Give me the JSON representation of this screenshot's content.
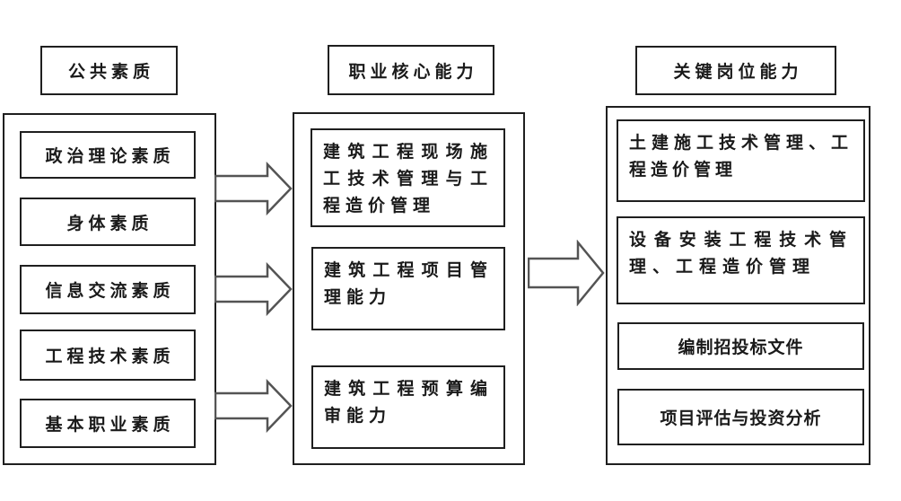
{
  "diagram": {
    "columns": [
      {
        "header": "公共素质",
        "items": [
          "政治理论素质",
          "身体素质",
          "信息交流素质",
          "工程技术素质",
          "基本职业素质"
        ]
      },
      {
        "header": "职业核心能力",
        "items": [
          "建筑工程现场施工技术管理与工程造价管理",
          "建筑工程项目管理能力",
          "建筑工程预算编审能力"
        ]
      },
      {
        "header": "关键岗位能力",
        "items": [
          "土建施工技术管理、工程造价管理",
          "设备安装工程技术管理、工程造价管理",
          "编制招投标文件",
          "项目评估与投资分析"
        ]
      }
    ],
    "colors": {
      "background": "#ffffff",
      "box_border": "#1f1f1f",
      "arrow_outline": "#545454",
      "text": "#1a1a1a"
    }
  }
}
